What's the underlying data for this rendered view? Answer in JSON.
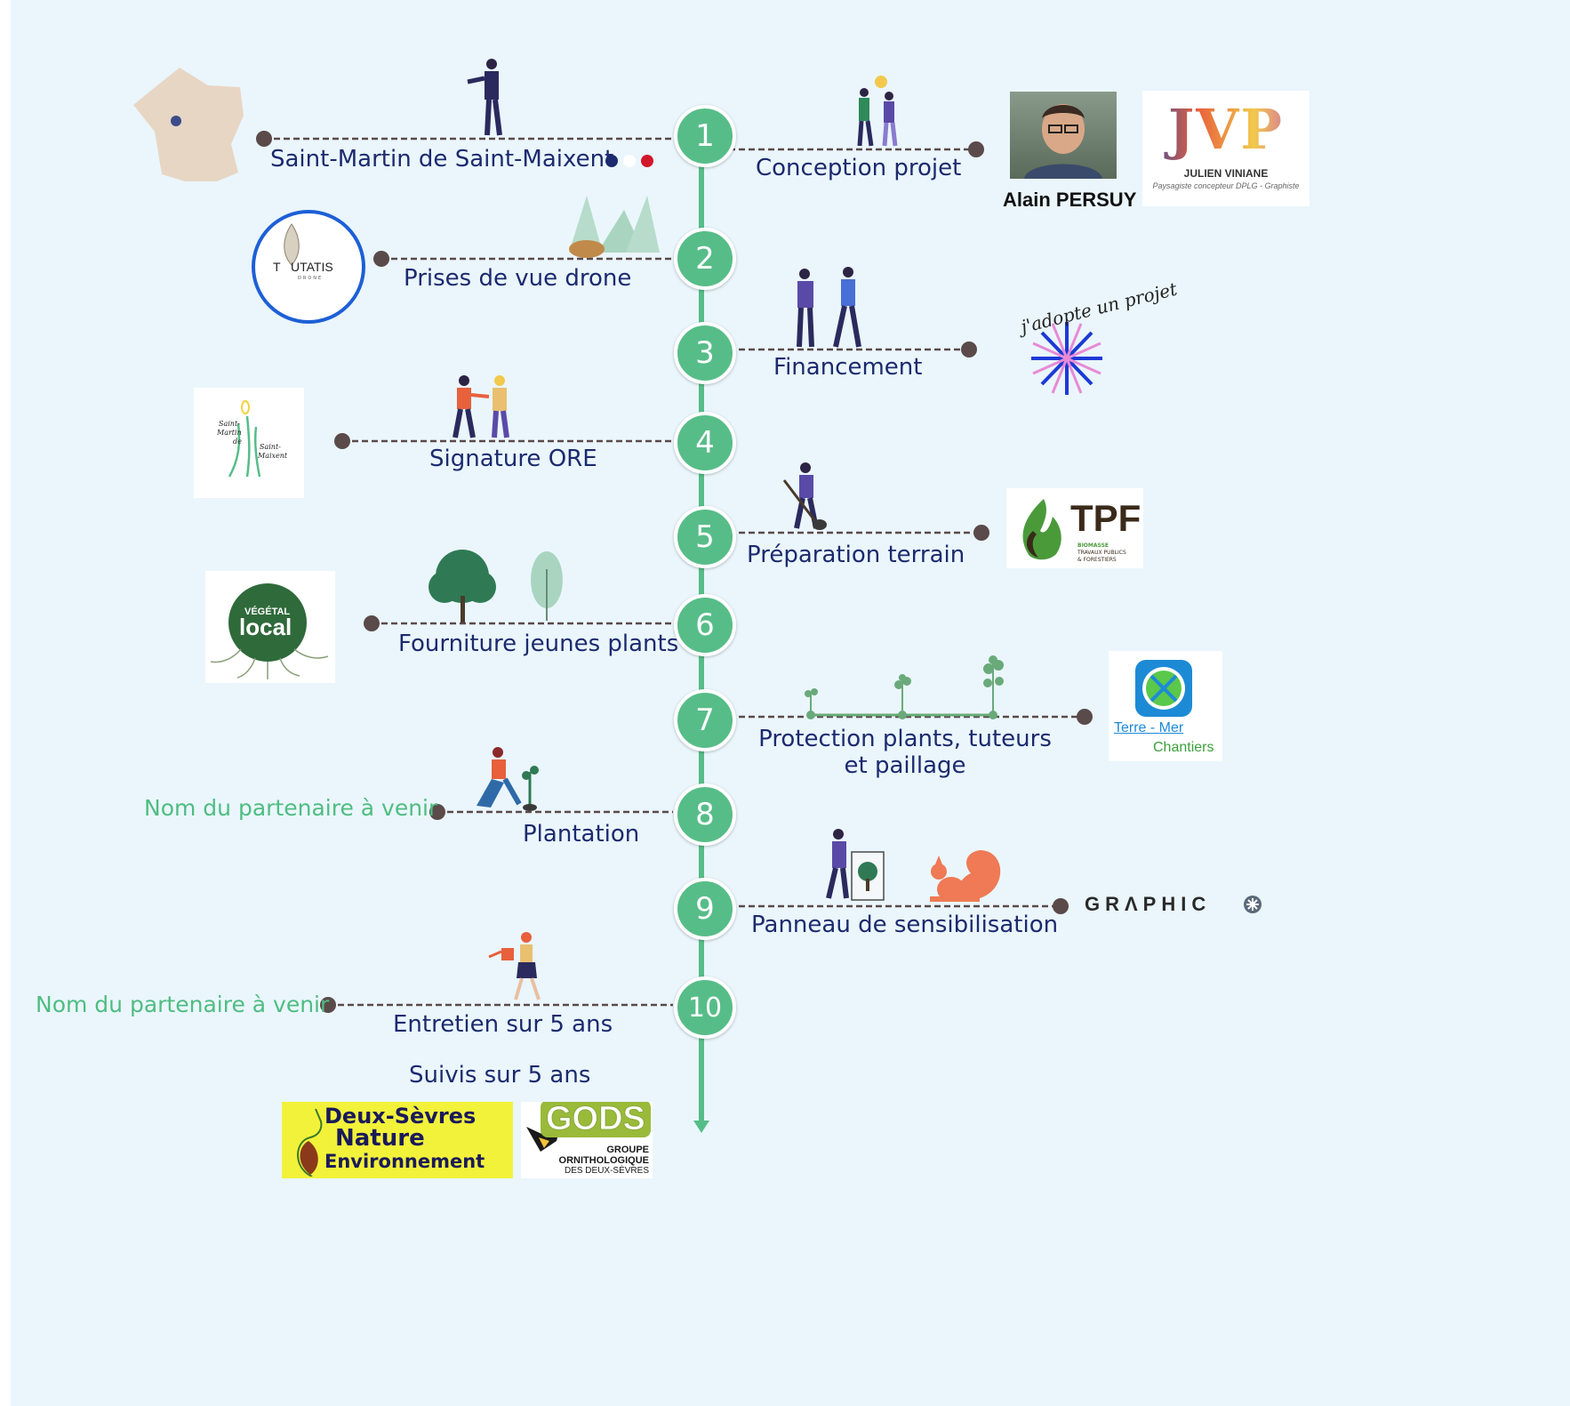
{
  "steps": [
    {
      "number": "1",
      "label": "Saint-Martin de Saint-Maixent",
      "color": "#57bd88"
    },
    {
      "number": "1",
      "label": "Conception projet"
    },
    {
      "number": "2",
      "label": "Prises de vue drone"
    },
    {
      "number": "3",
      "label": "Financement"
    },
    {
      "number": "4",
      "label": "Signature ORE"
    },
    {
      "number": "5",
      "label": "Préparation terrain"
    },
    {
      "number": "6",
      "label": "Fourniture jeunes plants"
    },
    {
      "number": "7",
      "label": "Protection plants, tuteurs et paillage"
    },
    {
      "number": "8",
      "label": "Plantation"
    },
    {
      "number": "9",
      "label": "Panneau de sensibilisation"
    },
    {
      "number": "10",
      "label": "Entretien sur 5 ans"
    }
  ],
  "followup_label": "Suivis sur 5 ans",
  "partners": {
    "person_name": "Alain PERSUY",
    "jvp_letters": "JVP",
    "jvp_name": "JULIEN VINIANE",
    "jvp_subtitle": "Paysagiste concepteur DPLG - Graphiste",
    "toutatis": "T   UTATIS",
    "toutatis_sub": "DRONE",
    "adopte": "j'adopte un projet",
    "commune_line1": "Saint-",
    "commune_line2": "Martin",
    "commune_line3": "de",
    "commune_line4": "Saint-",
    "commune_line5": "Maixent",
    "tpf": "TPF",
    "tpf_sub1": "BIOMASSE",
    "tpf_sub2": "TRAVAUX PUBLICS",
    "tpf_sub3": "& FORESTIERS",
    "vegetal_top": "VÉGÉTAL",
    "vegetal_bottom": "local",
    "terre_mer_1": "Terre - Mer",
    "terre_mer_2": "Chantiers",
    "graphic": "GRΛPHIC",
    "to_come_8": "Nom du partenaire à venir",
    "to_come_10": "Nom du partenaire à venir",
    "dsne_1": "Deux-Sèvres",
    "dsne_2": "Nature",
    "dsne_3": "Environnement",
    "gods_1": "GODS",
    "gods_2": "GROUPE",
    "gods_3": "ORNITHOLOGIQUE",
    "gods_4": "DES DEUX-SÈVRES"
  },
  "colors": {
    "accent": "#57bd88",
    "text": "#1c2a6e",
    "partner": "#4fbd82",
    "background": "#eaf6fc",
    "connector": "#5a4a4a"
  }
}
